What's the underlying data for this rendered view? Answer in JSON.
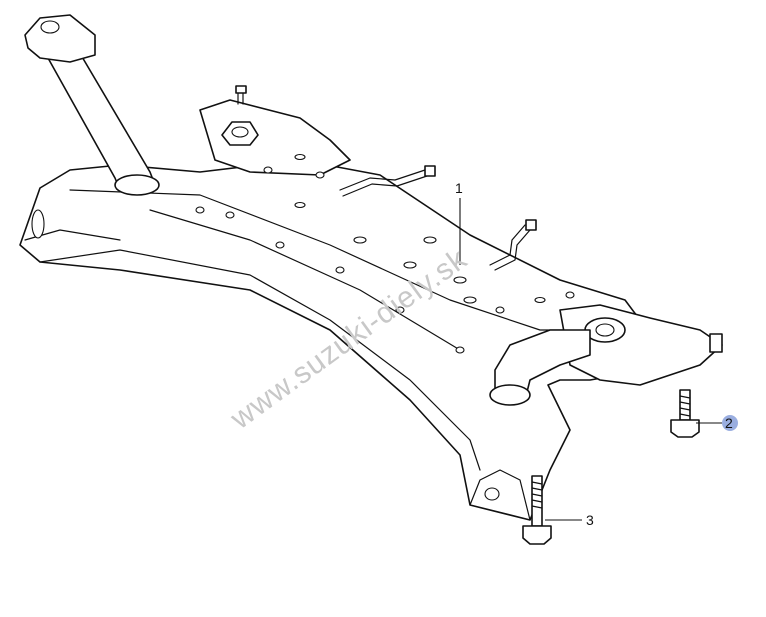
{
  "watermark": "www.suzuki-diely.sk",
  "callouts": [
    {
      "label": "1"
    },
    {
      "label": "2",
      "highlighted": true
    },
    {
      "label": "3"
    }
  ],
  "colors": {
    "line": "#111111",
    "background": "#ffffff",
    "watermark": "#c8c8c8",
    "highlight": "#9aaee0"
  }
}
